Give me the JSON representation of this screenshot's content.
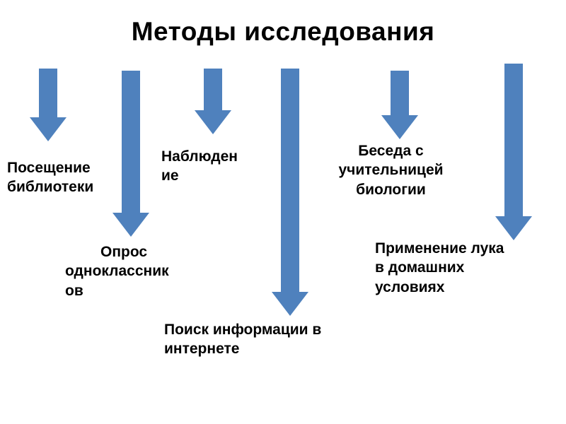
{
  "slide": {
    "title": "Методы исследования",
    "accent_color": "#4f81bd",
    "labels": {
      "library": "Посещение\nбиблиотеки",
      "observation": "Наблюден\nие",
      "survey": "Опрос\nодноклассник\nов",
      "internet": "Поиск информации в\nинтернете",
      "teacher": "Беседа с\nучительницей\nбиологии",
      "application": "Применение лука\nв домашних\nусловиях"
    }
  }
}
